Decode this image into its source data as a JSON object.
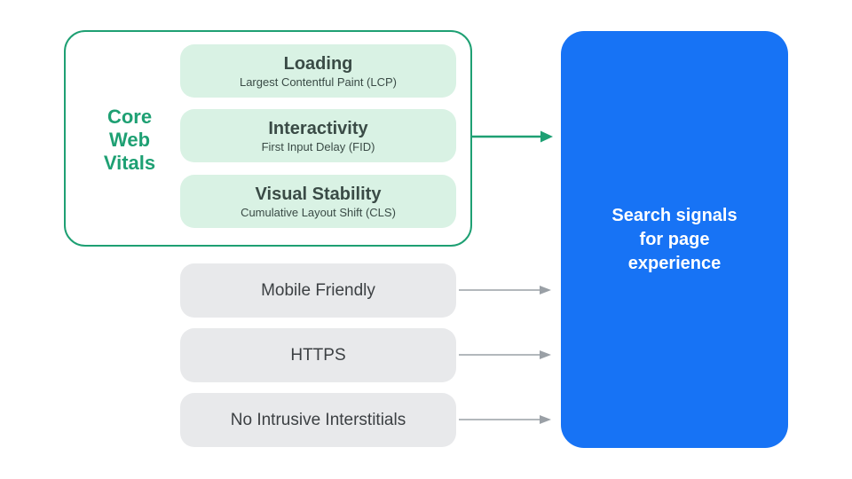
{
  "colors": {
    "accent-green": "#1EA073",
    "mint": "#D9F2E4",
    "pill-text": "#3A4B46",
    "gray-pill": "#E8E9EB",
    "gray-text": "#3C4043",
    "arrow-gray": "#9AA0A6",
    "blue": "#1773F5",
    "white": "#FFFFFF"
  },
  "core_web_vitals": {
    "label": "Core Web Vitals",
    "items": [
      {
        "title": "Loading",
        "subtitle": "Largest Contentful Paint (LCP)"
      },
      {
        "title": "Interactivity",
        "subtitle": "First Input Delay (FID)"
      },
      {
        "title": "Visual Stability",
        "subtitle": "Cumulative Layout Shift (CLS)"
      }
    ]
  },
  "other_signals": [
    {
      "label": "Mobile Friendly"
    },
    {
      "label": "HTTPS"
    },
    {
      "label": "No Intrusive Interstitials"
    }
  ],
  "result": {
    "label": "Search signals for page experience",
    "lines": [
      "Search signals",
      "for page",
      "experience"
    ]
  }
}
